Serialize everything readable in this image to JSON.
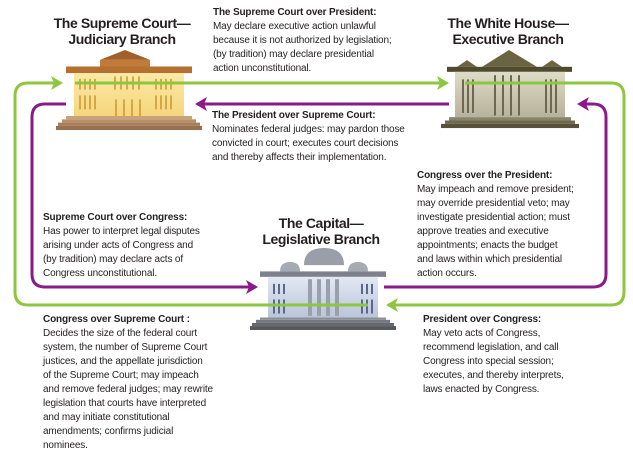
{
  "branches": {
    "judicial": {
      "line1": "The Supreme Court—",
      "line2": "Judiciary Branch"
    },
    "executive": {
      "line1": "The White House—",
      "line2": "Executive Branch"
    },
    "legislative": {
      "line1": "The Capital—",
      "line2": "Legislative Branch"
    }
  },
  "checks": {
    "court_over_president": {
      "heading": "The Supreme Court over President:",
      "lines": [
        "May declare executive action unlawful",
        "because it is not authorized by legislation;",
        "(by tradition) may declare presidential",
        "action unconstitutional."
      ]
    },
    "president_over_court": {
      "heading": "The President over Supreme Court:",
      "lines": [
        "Nominates federal judges: may pardon those",
        "convicted in court; executes court decisions",
        "and thereby affects their implementation."
      ]
    },
    "congress_over_president": {
      "heading": "Congress over the President:",
      "lines": [
        "May impeach and remove president;",
        "may override presidential veto; may",
        "investigate presidential action; must",
        "approve treaties and executive",
        "appointments; enacts the budget",
        "and laws within which presidential",
        "action occurs."
      ]
    },
    "court_over_congress": {
      "heading": "Supreme Court over Congress:",
      "lines": [
        "Has power to interpret legal disputes",
        "arising under acts of Congress and",
        "(by tradition) may declare acts of",
        "Congress unconstitutional."
      ]
    },
    "congress_over_court": {
      "heading": "Congress over Supreme Court :",
      "lines": [
        "Decides the size of the federal court",
        "system, the number of Supreme Court",
        "justices, and the appellate jurisdiction",
        "of the Supreme Court; may impeach",
        "and remove federal judges; may rewrite",
        "legislation that courts have interpreted",
        "and may initiate constitutional",
        "amendments; confirms judicial",
        "nominees."
      ]
    },
    "president_over_congress": {
      "heading": "President over Congress:",
      "lines": [
        "May veto acts of Congress,",
        "recommend legislation, and call",
        "Congress into special session;",
        "executes, and thereby interprets,",
        "laws enacted by Congress."
      ]
    }
  },
  "colors": {
    "green": "#8dc63f",
    "purple": "#8b1a89"
  }
}
